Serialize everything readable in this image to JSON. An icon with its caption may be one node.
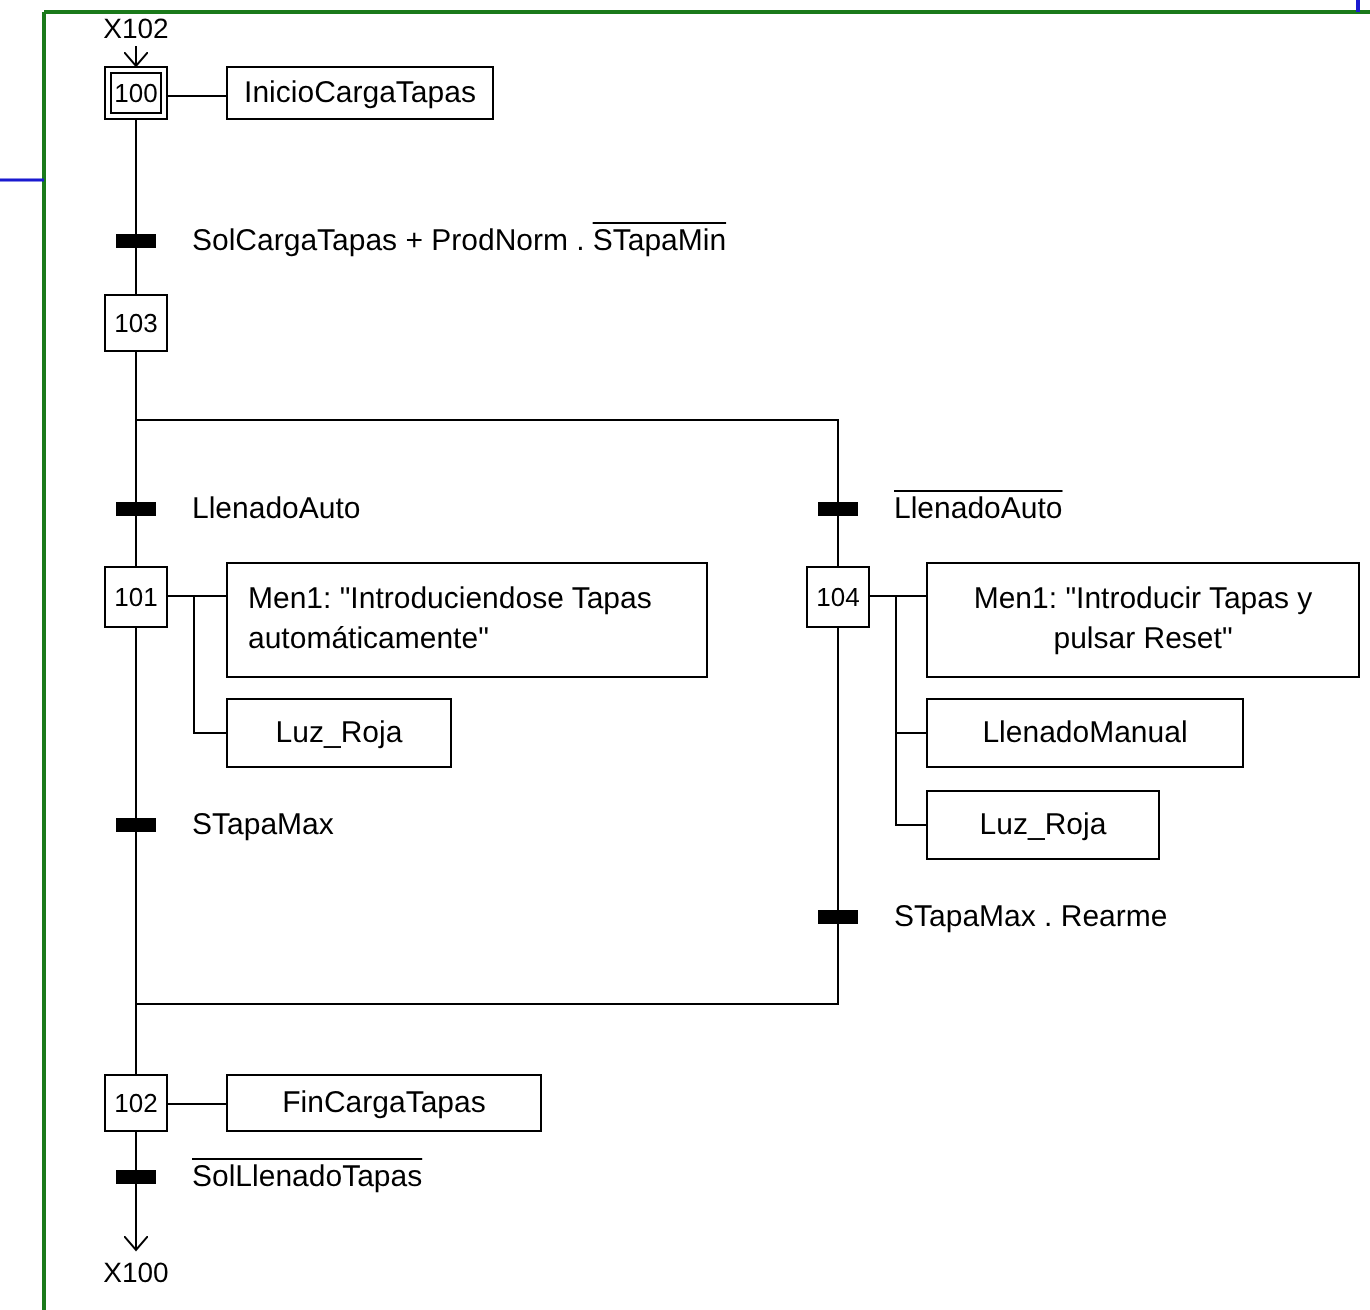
{
  "diagram": {
    "nodes": [
      {
        "text": [
          "X102"
        ]
      },
      {
        "text": [
          "100"
        ]
      },
      {
        "text": [
          "InicioCargaTapas"
        ]
      },
      {
        "text": [],
        "shape": "bar",
        "beside": [
          "SolCargaTapas + ProdNorm .",
          "STapaMin"
        ]
      },
      {
        "text": [
          "103"
        ]
      },
      {
        "text": [],
        "shape": "bar",
        "beside": [
          "LlenadoAuto"
        ]
      },
      {
        "text": [],
        "shape": "bar",
        "beside": [
          "LlenadoAuto"
        ]
      },
      {
        "text": [
          "101"
        ]
      },
      {
        "text": [
          "Men1: \"Introduciendose Tapas automáticamente\""
        ]
      },
      {
        "text": [
          "Luz_Roja"
        ]
      },
      {
        "text": [
          "104"
        ]
      },
      {
        "text": [
          "Men1: \"Introducir Tapas y pulsar Reset\""
        ]
      },
      {
        "text": [
          "LlenadoManual"
        ]
      },
      {
        "text": [
          "Luz_Roja"
        ]
      },
      {
        "text": [],
        "shape": "bar",
        "beside": [
          "STapaMax"
        ]
      },
      {
        "text": [],
        "shape": "bar",
        "beside": [
          "STapaMax . Rearme"
        ]
      },
      {
        "text": [
          "102"
        ]
      },
      {
        "text": [
          "FinCargaTapas"
        ]
      },
      {
        "text": [],
        "shape": "bar",
        "beside": [
          "SolLlenadoTapas"
        ]
      },
      {
        "text": [
          "X100"
        ]
      }
    ],
    "edges": [
      {
        "from": 0,
        "to": 1,
        "arrow": "to"
      },
      {
        "from": 1,
        "to": 2,
        "arrow": "none"
      },
      {
        "from": 1,
        "to": 3,
        "arrow": "none"
      },
      {
        "from": 3,
        "to": 4,
        "arrow": "none"
      },
      {
        "from": 4,
        "to": 5,
        "arrow": "none"
      },
      {
        "from": 4,
        "to": 6,
        "arrow": "none"
      },
      {
        "from": 5,
        "to": 7,
        "arrow": "none"
      },
      {
        "from": 7,
        "to": 8,
        "arrow": "none"
      },
      {
        "from": 7,
        "to": 9,
        "arrow": "none"
      },
      {
        "from": 6,
        "to": 10,
        "arrow": "none"
      },
      {
        "from": 10,
        "to": 11,
        "arrow": "none"
      },
      {
        "from": 10,
        "to": 12,
        "arrow": "none"
      },
      {
        "from": 10,
        "to": 13,
        "arrow": "none"
      },
      {
        "from": 7,
        "to": 14,
        "arrow": "none"
      },
      {
        "from": 10,
        "to": 15,
        "arrow": "none"
      },
      {
        "from": 14,
        "to": 16,
        "arrow": "none"
      },
      {
        "from": 15,
        "to": 16,
        "arrow": "none"
      },
      {
        "from": 16,
        "to": 17,
        "arrow": "none"
      },
      {
        "from": 16,
        "to": 18,
        "arrow": "none"
      },
      {
        "from": 18,
        "to": 19,
        "arrow": "to"
      }
    ]
  }
}
